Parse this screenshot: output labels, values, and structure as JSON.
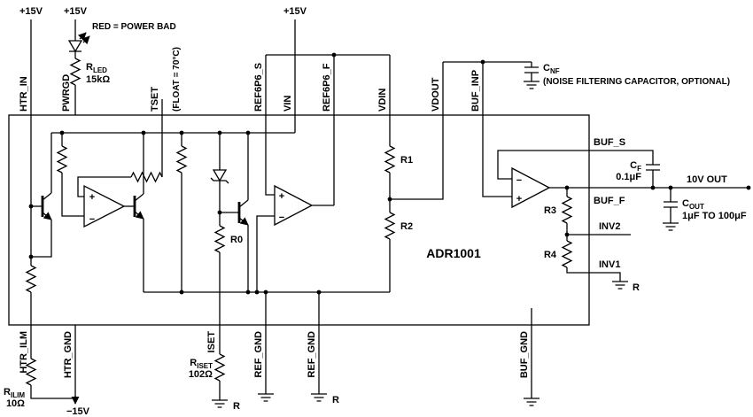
{
  "chip": {
    "name": "ADR1001"
  },
  "supplies": {
    "p15_a": "+15V",
    "p15_b": "+15V",
    "p15_c": "+15V",
    "n15": "−15V"
  },
  "notes": {
    "led": "RED = POWER BAD",
    "tset": "(FLOAT = 70°C)",
    "cnf": "(NOISE FILTERING CAPACITOR, OPTIONAL)",
    "out": "10V OUT"
  },
  "pins": {
    "htr_in": "HTR_IN",
    "pwrgd": "PWRGD",
    "tset": "TSET",
    "ref6p6_s": "REF6P6_S",
    "vin": "VIN",
    "ref6p6_f": "REF6P6_F",
    "vdin": "VDIN",
    "vdout": "VDOUT",
    "buf_inp": "BUF_INP",
    "buf_s": "BUF_S",
    "buf_f": "BUF_F",
    "inv2": "INV2",
    "inv1": "INV1",
    "htr_ilm": "HTR_ILM",
    "htr_gnd": "HTR_GND",
    "iset": "ISET",
    "ref_gnd_1": "REF_GND",
    "ref_gnd_2": "REF_GND",
    "buf_gnd": "BUF_GND"
  },
  "components": {
    "rled": {
      "name": "R",
      "sub": "LED",
      "value": "15kΩ"
    },
    "cnf": {
      "name": "C",
      "sub": "NF"
    },
    "cf": {
      "name": "C",
      "sub": "F",
      "value": "0.1μF"
    },
    "cout": {
      "name": "C",
      "sub": "OUT",
      "value": "1μF TO 100μF"
    },
    "rilim": {
      "name": "R",
      "sub": "ILIM",
      "value": "10Ω"
    },
    "riset": {
      "name": "R",
      "sub": "ISET",
      "value": "102Ω"
    },
    "r0": "R0",
    "r1": "R1",
    "r2": "R2",
    "r3": "R3",
    "r4": "R4"
  },
  "ground_ref": "R",
  "signs": {
    "plus": "+",
    "minus": "−"
  }
}
